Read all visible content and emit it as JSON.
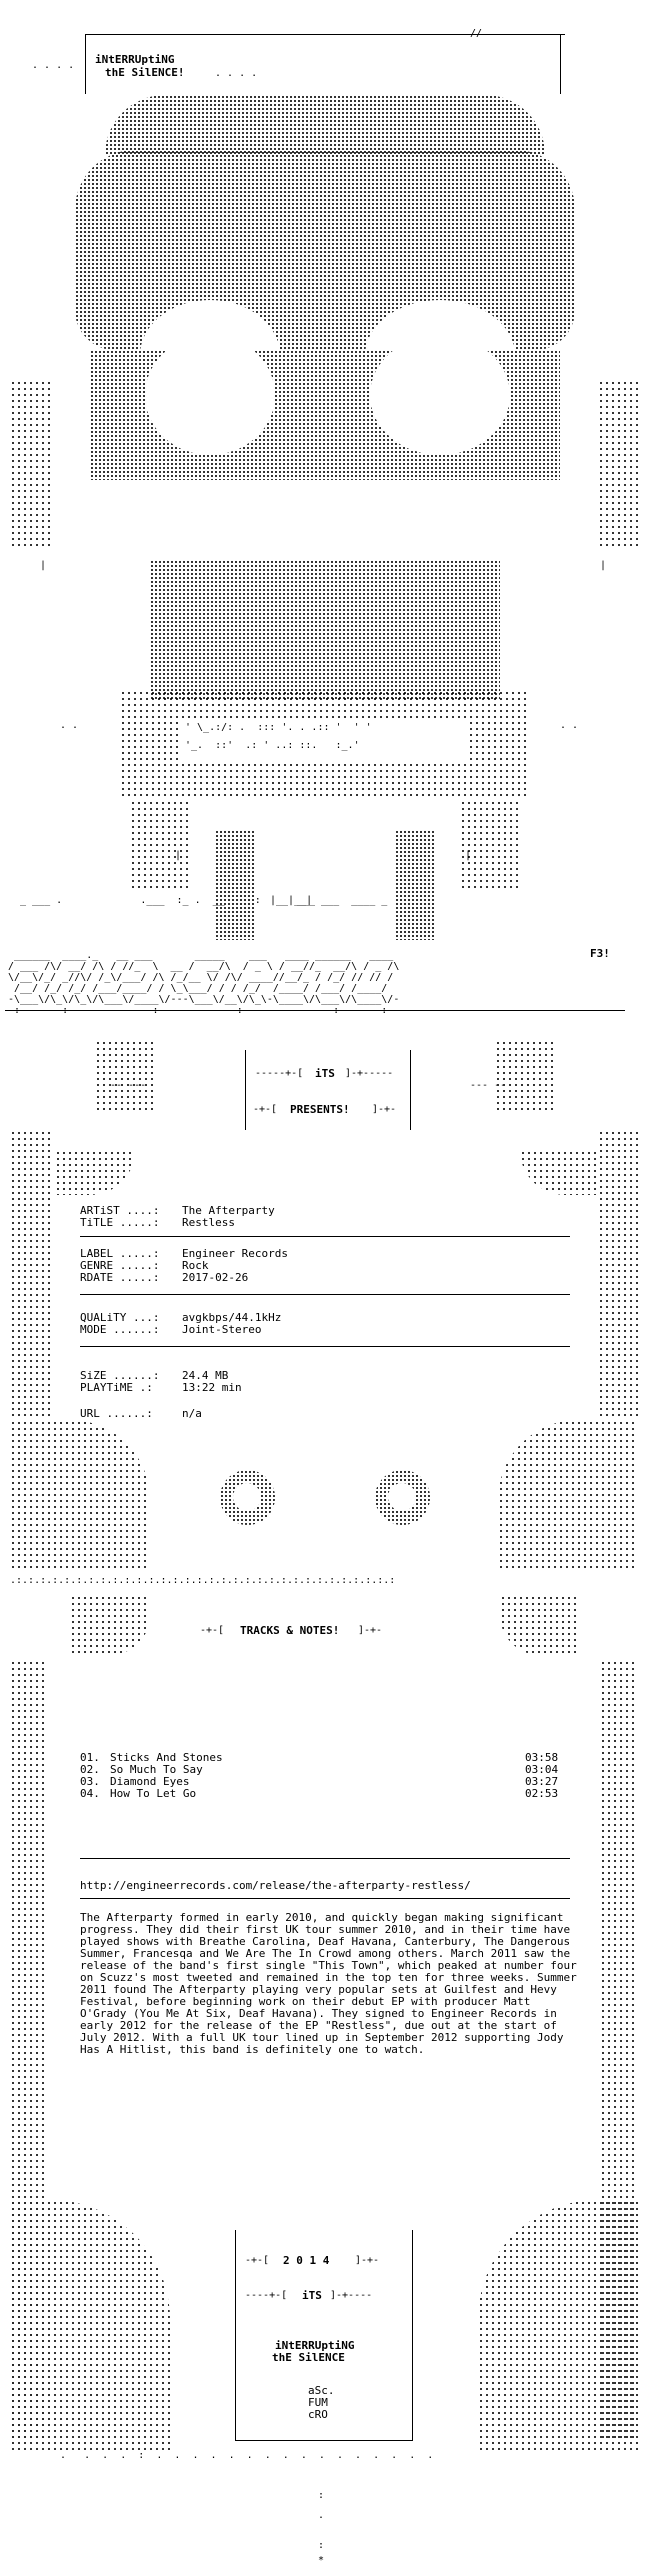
{
  "header": {
    "brand_top": "iNtERRUptiNG",
    "brand_bottom": "thE SilENCE!",
    "presents": "PRESENTS!",
    "its_tag": "iTS"
  },
  "info": {
    "artist_label": "ARTiST ....:",
    "artist": "The Afterparty",
    "title_label": "TiTLE .....:",
    "title": "Restless",
    "label_label": "LABEL .....:",
    "label": "Engineer Records",
    "genre_label": "GENRE .....:",
    "genre": "Rock",
    "rdate_label": "RDATE .....:",
    "rdate": "2017-02-26",
    "quality_label": "QUALiTY ...:",
    "quality": "avgkbps/44.1kHz",
    "mode_label": "MODE ......:",
    "mode": "Joint-Stereo",
    "size_label": "SiZE ......:",
    "size": "24.4 MB",
    "playtime_label": "PLAYTiME .:",
    "playtime": "13:22 min",
    "url_label": "URL ......:",
    "url": "n/a"
  },
  "tracks_header": "TRACKS & NOTES!",
  "tracks": [
    {
      "num": "01.",
      "title": "Sticks And Stones",
      "time": "03:58"
    },
    {
      "num": "02.",
      "title": "So Much To Say",
      "time": "03:04"
    },
    {
      "num": "03.",
      "title": "Diamond Eyes",
      "time": "03:27"
    },
    {
      "num": "04.",
      "title": "How To Let Go",
      "time": "02:53"
    }
  ],
  "notes": {
    "link": "http://engineerrecords.com/release/the-afterparty-restless/",
    "body": "The Afterparty formed in early 2010, and quickly began making significant progress. They did their first UK tour summer 2010, and in their time have played shows with Breathe Carolina, Deaf Havana, Canterbury, The Dangerous Summer, Francesqa and We Are The In Crowd among others. March 2011 saw the release of the band's first single \"This Town\", which peaked at number four on Scuzz's most tweeted and remained in the top ten for three weeks. Summer 2011 found The Afterparty playing very popular sets at Guilfest and Hevy Festival, before beginning work on their debut EP with producer Matt O'Grady (You Me At Six, Deaf Havana). They signed to Engineer Records in early 2012 for the release of the EP \"Restless\", due out at the start of July 2012. With a full UK tour lined up in September 2012 supporting Jody Has A Hitlist, this band is definitely one to watch."
  },
  "footer": {
    "year": "2 0 1 4",
    "its_tag": "iTS",
    "brand_top": "iNtERRUptiNG",
    "brand_bottom": "thE SilENCE",
    "credit1": "aSc.",
    "credit2": "FUM",
    "credit3": "cRO"
  },
  "art": {
    "logo_tag": "F3!"
  }
}
